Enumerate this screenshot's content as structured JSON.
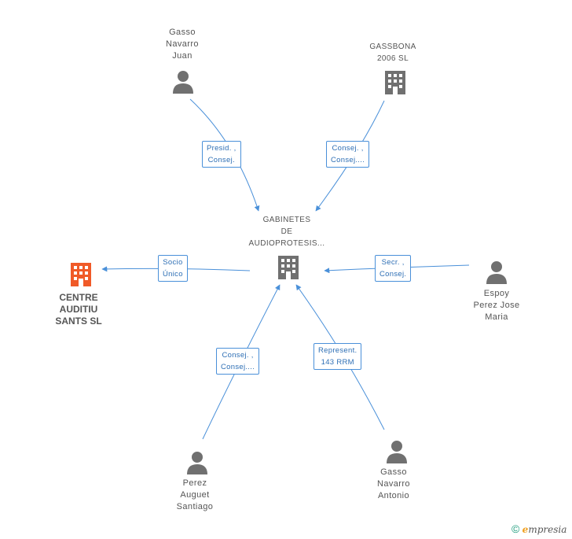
{
  "center": {
    "lines": [
      "GABINETES",
      "DE",
      "AUDIOPROTESIS..."
    ]
  },
  "nodes": {
    "gasso_juan": {
      "lines": [
        "Gasso",
        "Navarro",
        "Juan"
      ]
    },
    "gassbona": {
      "lines": [
        "GASSBONA",
        "2006 SL"
      ]
    },
    "centre": {
      "lines": [
        "CENTRE",
        "AUDITIU",
        "SANTS SL"
      ]
    },
    "espoy": {
      "lines": [
        "Espoy",
        "Perez Jose",
        "Maria"
      ]
    },
    "perez": {
      "lines": [
        "Perez",
        "Auguet",
        "Santiago"
      ]
    },
    "gasso_antonio": {
      "lines": [
        "Gasso",
        "Navarro",
        "Antonio"
      ]
    }
  },
  "edges": {
    "gasso_juan": [
      "Presid. ,",
      "Consej."
    ],
    "gassbona": [
      "Consej. ,",
      "Consej...."
    ],
    "centre": [
      "Socio",
      "Único"
    ],
    "espoy": [
      "Secr. ,",
      "Consej."
    ],
    "perez": [
      "Consej. ,",
      "Consej...."
    ],
    "gasso_antonio": [
      "Represent.",
      "143 RRM"
    ]
  },
  "colors": {
    "edge": "#4a90d9",
    "icon": "#707070",
    "highlight": "#f05a28",
    "brand_accent": "#f0a020"
  },
  "icons": {
    "center": "building-icon",
    "gassbona": "building-icon",
    "centre": "building-icon",
    "person": "person-icon"
  },
  "brand": {
    "copyright": "©",
    "e": "e",
    "rest": "mpresia"
  }
}
